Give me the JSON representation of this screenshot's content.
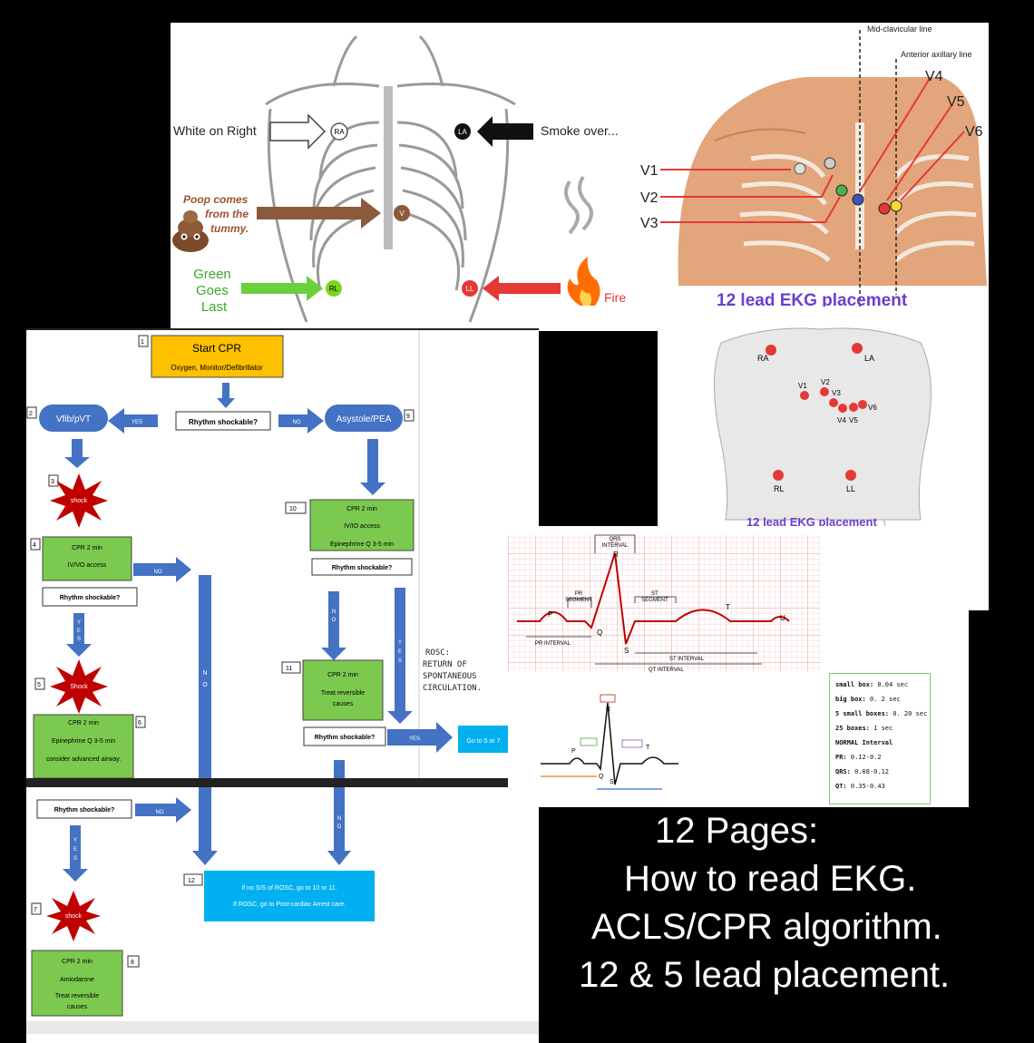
{
  "colors": {
    "accent_purple": "#6a3fd0",
    "flow_blue": "#4472c4",
    "flow_green": "#7cc94f",
    "start_orange": "#ffc000",
    "shock_red": "#c00000",
    "goto_cyan": "#00b0f0"
  },
  "mnemonic": {
    "white_on_right": "White on Right",
    "smoke_over": "Smoke over...",
    "poop": "Poop comes from the tummy.",
    "green_goes_last": "Green Goes Last",
    "fire": "Fire",
    "ra": "RA",
    "la": "LA",
    "v": "V",
    "rl": "RL",
    "ll": "LL"
  },
  "chest12": {
    "mid_clavicular": "Mid-clavicular line",
    "anterior_axillary": "Anterior axillary line",
    "leads": [
      "V1",
      "V2",
      "V3",
      "V4",
      "V5",
      "V6"
    ],
    "title": "12 lead EKG placement"
  },
  "torso": {
    "labels": {
      "ra": "RA",
      "la": "LA",
      "rl": "RL",
      "ll": "LL",
      "v1": "V1",
      "v2": "V2",
      "v3": "V3",
      "v4": "V4",
      "v5": "V5",
      "v6": "V6"
    },
    "title": "12 lead EKG placement"
  },
  "ekg": {
    "qrs_interval": "QRS INTERVAL",
    "pr_segment": "PR SEGMENT",
    "st_segment": "ST SEGMENT",
    "pr_interval": "PR INTERVAL",
    "st_interval": "ST INTERVAL",
    "qt_interval": "QT INTERVAL",
    "waves": {
      "p": "P",
      "q": "Q",
      "r": "R",
      "s": "S",
      "t": "T",
      "u": "U"
    }
  },
  "reference": {
    "small_box": [
      "small box:",
      "0.04 sec"
    ],
    "big_box": [
      "big box:",
      "0. 2 sec"
    ],
    "five_small": [
      "5 small boxes:",
      "0. 20 sec"
    ],
    "twentyfive": [
      "25 boxes:",
      "1 sec"
    ],
    "normal": "NORMAL Interval",
    "pr": [
      "PR:",
      "0.12-0.2"
    ],
    "qrs": [
      "QRS:",
      "0.08-0.12"
    ],
    "qt": [
      "QT:",
      "0.35-0.43"
    ]
  },
  "acls": {
    "n1": "1",
    "start": "Start CPR",
    "start_sub": "Oxygen, Monitor/Defibrillator",
    "rhythm": "Rhythm shockable?",
    "n2": "2",
    "vfib": "Vfib/pVT",
    "yes": "YES",
    "no": "NO",
    "asystole": "Asystole/PEA",
    "n9": "9",
    "n3": "3",
    "shock": "shock",
    "shock_cap": "Shock",
    "n4": "4",
    "cpr2": "CPR 2 min",
    "ivio": "IV/IO access",
    "ivio2": "IV/VO access",
    "n10": "10",
    "epi": "Epinephrine Q 3-5 min",
    "n5": "5",
    "n6": "6",
    "consider": "consider advanced airway.",
    "n11": "11",
    "treat": "Treat reversible causes",
    "goto": "Go to 5 or 7",
    "rosc": "ROSC: RETURN OF SPONTANEOUS CIRCULATION.",
    "yes_v": "Y E S",
    "no_v": "N O"
  },
  "acls2": {
    "rhythm": "Rhythm shockable?",
    "no": "NO",
    "yes_v": "Y E S",
    "no_v": "N O",
    "n7": "7",
    "shock": "shock",
    "n8": "8",
    "cpr2": "CPR 2 min",
    "amio": "Amiodarone",
    "treat": "Treat reversible causes",
    "n12": "12",
    "rosc_line1": "If no S/S of ROSC, go to 10 or 11.",
    "rosc_line2": "If ROSC, go to Post-cardiac Arrest care."
  },
  "caption": [
    "12 Pages:",
    "How to read EKG.",
    "ACLS/CPR algorithm.",
    "12 & 5 lead placement."
  ]
}
